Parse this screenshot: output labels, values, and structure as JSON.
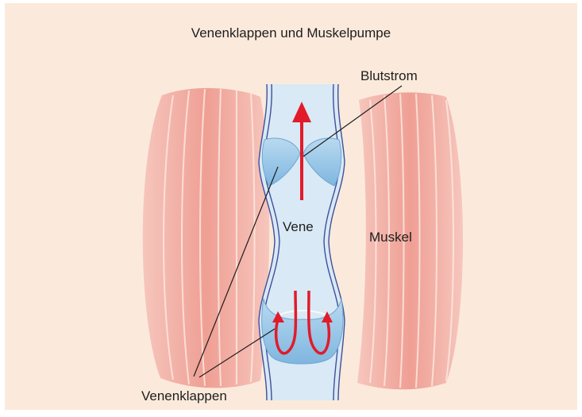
{
  "title": "Venenklappen und Muskelpumpe",
  "labels": {
    "blood_flow": "Blutstrom",
    "vein": "Vene",
    "muscle": "Muskel",
    "valves": "Venenklappen"
  },
  "colors": {
    "panel_background": "#fbeadb",
    "muscle": "#f0aaa0",
    "muscle_fiber": "#fde7de",
    "vein_fill": "#d9e9f5",
    "vein_wall": "#3f4f9a",
    "valve": "#92c4e6",
    "arrow": "#e11b2a",
    "leader_line": "#1d1d1d"
  },
  "icons": {
    "flow_arrow": "arrow-up-icon",
    "backflow_arrows": "curved-arrow-icon"
  }
}
